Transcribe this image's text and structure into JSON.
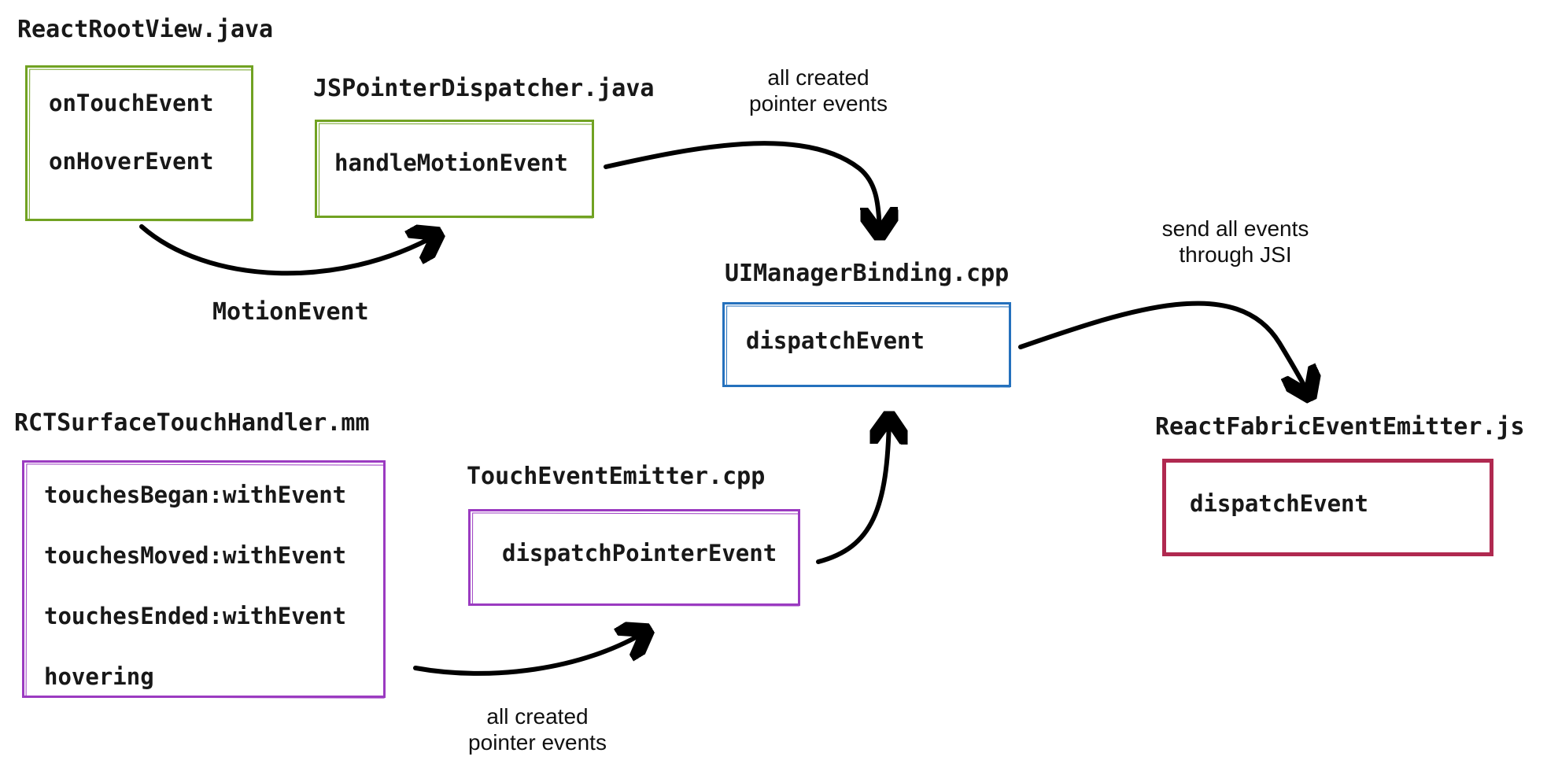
{
  "nodes": {
    "react_root": {
      "file": "ReactRootView.java",
      "items": [
        "onTouchEvent",
        "onHoverEvent"
      ],
      "color": "#71a222"
    },
    "js_pointer": {
      "file": "JSPointerDispatcher.java",
      "items": [
        "handleMotionEvent"
      ],
      "color": "#71a222"
    },
    "ui_manager": {
      "file": "UIManagerBinding.cpp",
      "items": [
        "dispatchEvent"
      ],
      "color": "#2571bd"
    },
    "react_fabric": {
      "file": "ReactFabricEventEmitter.js",
      "items": [
        "dispatchEvent"
      ],
      "color": "#b02950"
    },
    "rct_surface": {
      "file": "RCTSurfaceTouchHandler.mm",
      "items": [
        "touchesBegan:withEvent",
        "touchesMoved:withEvent",
        "touchesEnded:withEvent",
        "hovering"
      ],
      "color": "#9b3bc1"
    },
    "touch_emitter": {
      "file": "TouchEventEmitter.cpp",
      "items": [
        "dispatchPointerEvent"
      ],
      "color": "#9b3bc1"
    }
  },
  "arrows": {
    "root_to_dispatcher": {
      "label": "MotionEvent"
    },
    "dispatcher_to_binding": {
      "label": "all created\npointer events"
    },
    "binding_to_emitter_js": {
      "label": "send all events\nthrough JSI"
    },
    "handler_to_touch_emitter": {
      "label": "all created\npointer events"
    },
    "touch_emitter_to_binding": {
      "label": ""
    }
  },
  "colors": {
    "arrow": "#000000",
    "background": "#ffffff",
    "text": "#181818"
  }
}
